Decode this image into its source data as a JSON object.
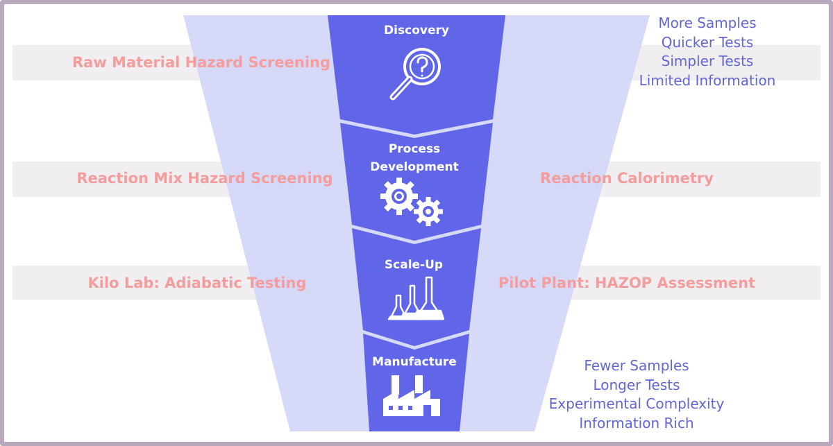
{
  "colors": {
    "outer_funnel": "#d4d6f7",
    "inner_funnel": "#6166e8",
    "band": "#f0eef1",
    "hazard_text": "#f59d9d",
    "side_text": "#6166d6",
    "frame": "#b7a9bb"
  },
  "stages": [
    {
      "label": "Discovery",
      "icon": "magnifier-question-icon"
    },
    {
      "label": "Process\nDevelopment",
      "icon": "gears-icon"
    },
    {
      "label": "Scale-Up",
      "icon": "flasks-icon"
    },
    {
      "label": "Manufacture",
      "icon": "factory-icon"
    }
  ],
  "bands": [
    {
      "left": "Raw Material Hazard Screening",
      "right": ""
    },
    {
      "left": "Reaction Mix Hazard Screening",
      "right": "Reaction Calorimetry"
    },
    {
      "left": "Kilo Lab: Adiabatic Testing",
      "right": "Pilot Plant: HAZOP Assessment"
    }
  ],
  "top_notes": [
    "More Samples",
    "Quicker Tests",
    "Simpler Tests",
    "Limited Information"
  ],
  "bottom_notes": [
    "Fewer Samples",
    "Longer Tests",
    "Experimental Complexity",
    "Information Rich"
  ]
}
